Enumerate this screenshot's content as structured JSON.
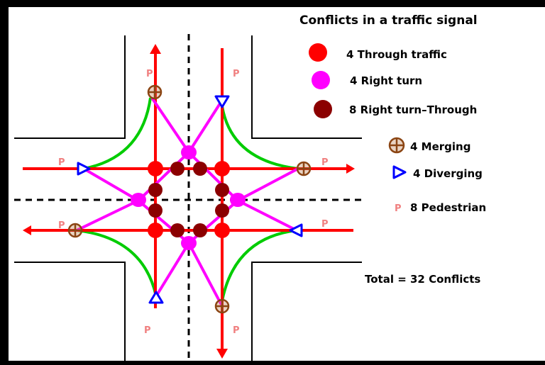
{
  "title": "Conflicts in a traffic signal",
  "legend": [
    {
      "symbol": "red-dot-icon",
      "color": "#ff0000",
      "label": "4 Through traffic"
    },
    {
      "symbol": "magenta-dot-icon",
      "color": "#ff00ff",
      "label": "4 Right turn"
    },
    {
      "symbol": "maroon-dot-icon",
      "color": "#8b0000",
      "label": "8 Right turn–Through"
    },
    {
      "symbol": "merging-icon",
      "color": "#8b4513",
      "label": "4 Merging"
    },
    {
      "symbol": "diverging-icon",
      "color": "#0000ff",
      "label": "4 Diverging"
    },
    {
      "symbol": "pedestrian-p-icon",
      "color": "#f08080",
      "label": "8 Pedestrian"
    }
  ],
  "total": "Total  = 32 Conflicts",
  "pedestrian_marker": "P",
  "colors": {
    "road_edge": "#000000",
    "path": "#ff0000",
    "right_turn": "#ff00ff",
    "left_turn": "#00cc00",
    "through_conflict": "#ff0000",
    "right_turn_conflict": "#ff00ff",
    "right_through_conflict": "#8b0000",
    "merging": "#8b4513",
    "diverging": "#0000ff",
    "pedestrian": "#f08080",
    "frame": "#000000"
  }
}
